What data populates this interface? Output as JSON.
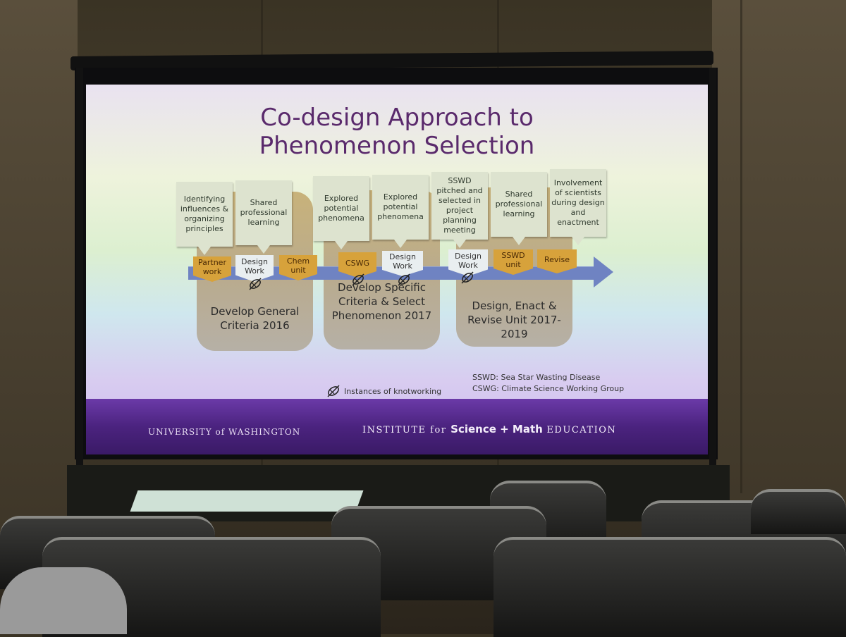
{
  "slide": {
    "title_line1": "Co-design Approach to",
    "title_line2": "Phenomenon Selection",
    "callouts": [
      "Identifying influences & organizing principles",
      "Shared professional learning",
      "Explored potential phenomena",
      "Explored potential phenomena",
      "SSWD pitched and selected in project planning meeting",
      "Shared professional learning",
      "Involvement of scientists during design and enactment"
    ],
    "tags": [
      "Partner work",
      "Design Work",
      "Chem unit",
      "CSWG",
      "Design Work",
      "Design Work",
      "SSWD unit",
      "Revise"
    ],
    "phases": [
      {
        "label": "Develop General Criteria 2016"
      },
      {
        "label": "Develop Specific Criteria & Select Phenomenon 2017"
      },
      {
        "label": "Design, Enact & Revise Unit 2017-2019"
      }
    ],
    "legend": "Instances of knotworking",
    "abbreviations": [
      "SSWD: Sea Star Wasting Disease",
      "CSWG: Climate Science Working Group"
    ],
    "footer_left": "UNIVERSITY of WASHINGTON",
    "footer_right_prefix": "INSTITUTE for ",
    "footer_right_main": "Science + Math",
    "footer_right_suffix": " EDUCATION"
  }
}
